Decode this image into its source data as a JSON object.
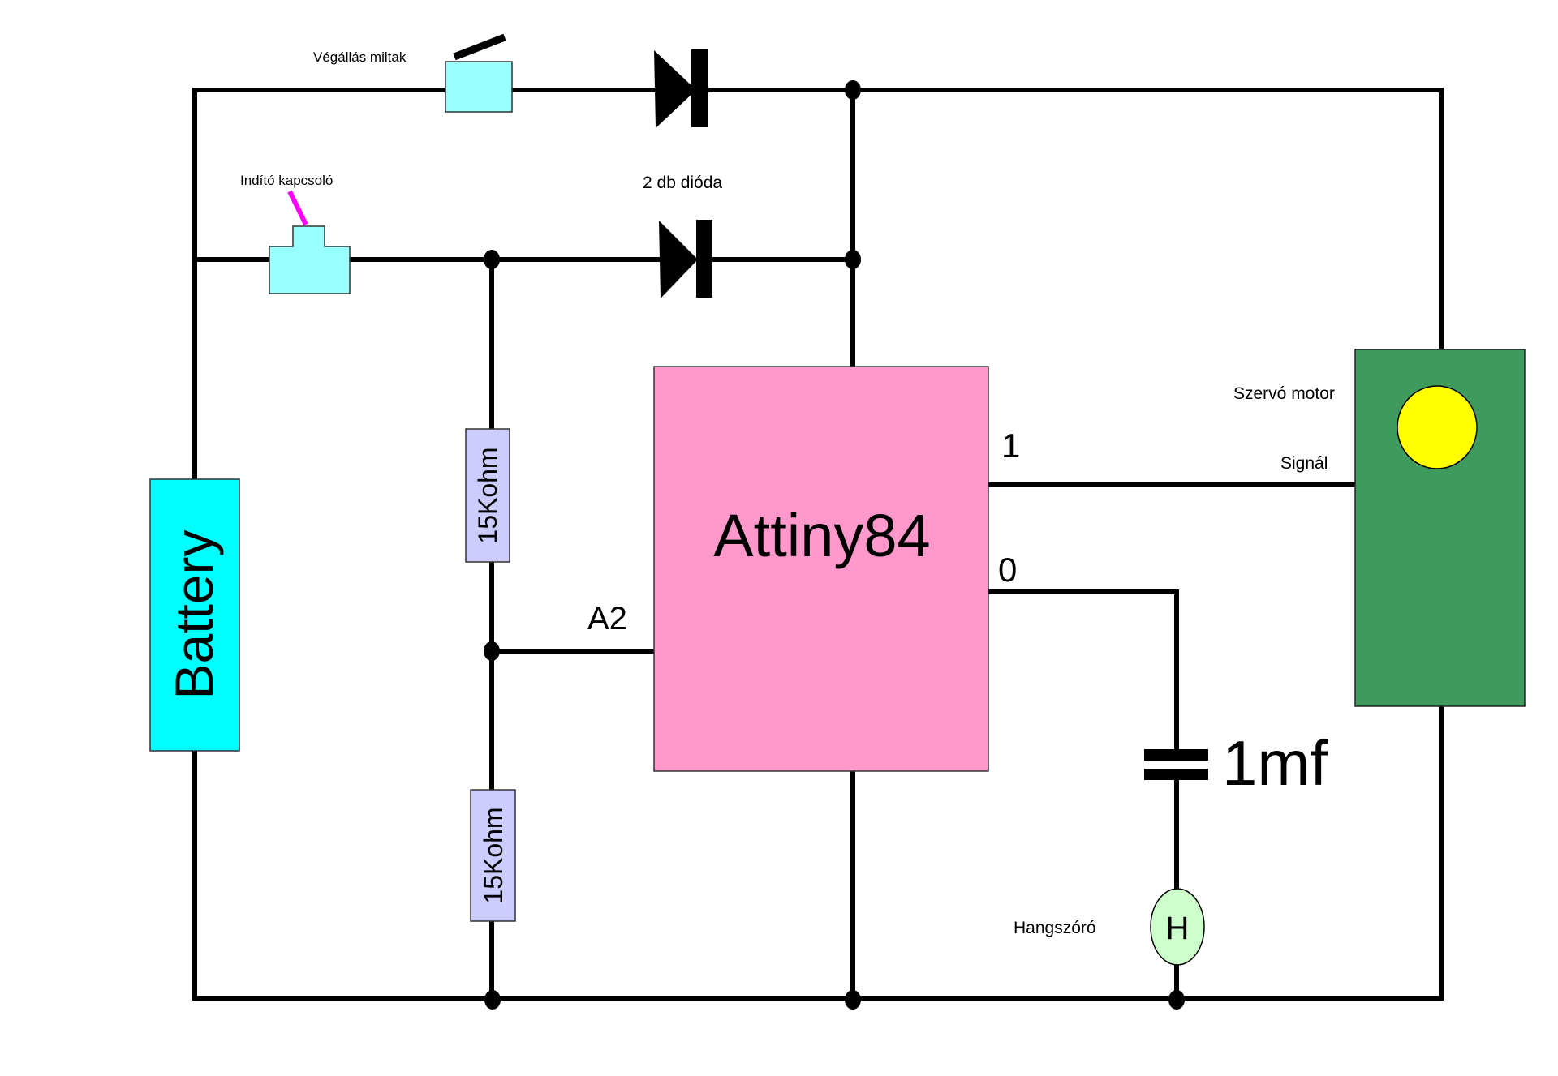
{
  "diagram": {
    "type": "circuit-schematic",
    "components": {
      "battery": {
        "label": "Battery",
        "color": "#00ffff"
      },
      "limit_switch": {
        "label": "Végállás miltak",
        "color": "#99ffff"
      },
      "start_switch": {
        "label": "Indító kapcsoló",
        "color": "#99ffff",
        "lever_color": "#ff00ff"
      },
      "diodes": {
        "label": "2 db dióda"
      },
      "resistor_top": {
        "label": "15Kohm",
        "color": "#ccccff"
      },
      "resistor_bottom": {
        "label": "15Kohm",
        "color": "#ccccff"
      },
      "mcu": {
        "label": "Attiny84",
        "color": "#ff99cc",
        "pins": {
          "a2": "A2",
          "pin1": "1",
          "pin0": "0"
        }
      },
      "capacitor": {
        "label": "1mf"
      },
      "speaker": {
        "label": "Hangszóró",
        "symbol": "H",
        "color": "#ccffcc"
      },
      "servo": {
        "label": "Szervó motor",
        "signal_label": "Signál",
        "color": "#3f9a5e",
        "rotor_color": "#ffff00"
      }
    }
  }
}
